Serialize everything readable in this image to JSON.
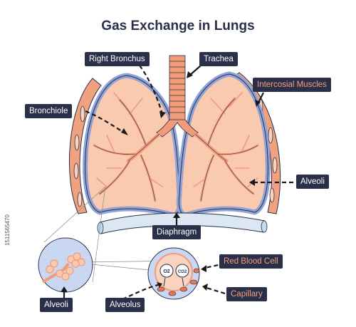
{
  "title": "Gas Exchange in Lungs",
  "labels": {
    "right_bronchus": "Right Bronchus",
    "trachea": "Trachea",
    "intercostal_muscles": "Intercosial Muscles",
    "bronchiole": "Bronchiole",
    "alveoli_right": "Alveoli",
    "diaphragm": "Diaphragm",
    "red_blood_cell": "Red Blood Cell",
    "capillary": "Capillary",
    "alveoli_left": "Alveoli",
    "alveolus": "Alveolus"
  },
  "gas_symbols": {
    "oxygen": "O2",
    "carbon_dioxide": "CO2"
  },
  "watermark_id": "1511565470",
  "colors": {
    "navy": "#2a2f4a",
    "lung_tissue": "#f9c9b0",
    "lung_border": "#8fa3d6",
    "airway": "#f29b78",
    "muscle": "#f0a27f",
    "diaphragm": "#dbe8f3"
  }
}
